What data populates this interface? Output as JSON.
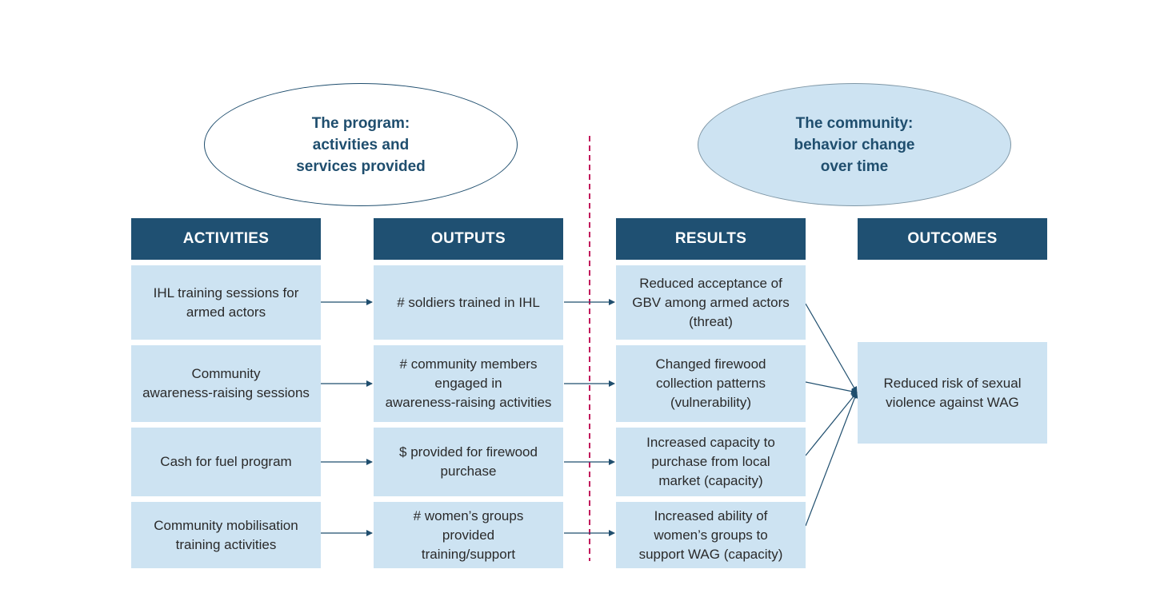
{
  "ellipses": {
    "program": "The program:\nactivities and\nservices provided",
    "community": "The community:\nbehavior change\nover time"
  },
  "headers": {
    "activities": "ACTIVITIES",
    "outputs": "OUTPUTS",
    "results": "RESULTS",
    "outcomes": "OUTCOMES"
  },
  "rows": [
    {
      "activity": "IHL training sessions for\narmed actors",
      "output": "# soldiers trained in IHL",
      "result": "Reduced acceptance of\nGBV among armed actors\n(threat)"
    },
    {
      "activity": "Community\nawareness-raising sessions",
      "output": "# community members\nengaged in\nawareness-raising activities",
      "result": "Changed firewood\ncollection patterns\n(vulnerability)"
    },
    {
      "activity": "Cash for fuel program",
      "output": "$ provided for firewood\npurchase",
      "result": "Increased capacity to\npurchase from local\nmarket (capacity)"
    },
    {
      "activity": "Community mobilisation\ntraining activities",
      "output": "# women’s groups\nprovided\ntraining/support",
      "result": "Increased ability of\nwomen’s groups to\nsupport WAG (capacity)"
    }
  ],
  "outcome": "Reduced risk of sexual\nviolence against WAG",
  "colors": {
    "header_bg": "#1f5072",
    "box_bg": "#cde3f2",
    "divider": "#c2185b",
    "title_text": "#1f4e6e"
  }
}
